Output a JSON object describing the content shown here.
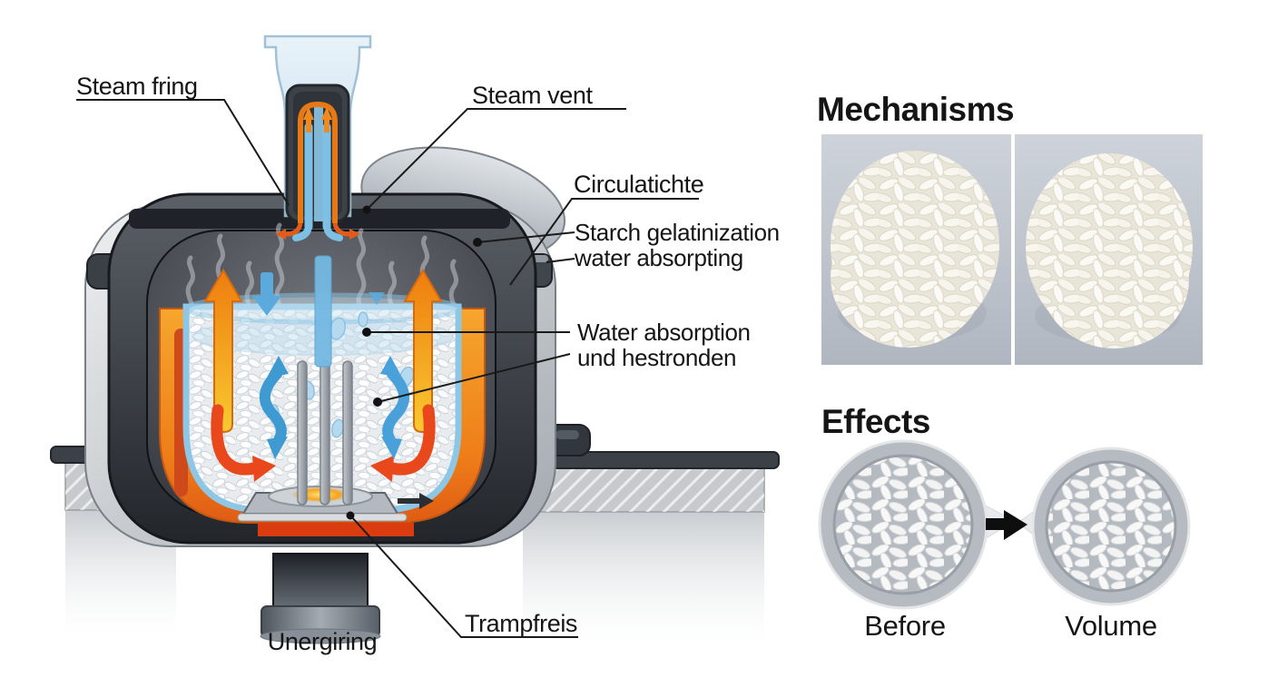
{
  "cooker": {
    "labels": {
      "steam_fring": "Steam fring",
      "steam_vent": "Steam vent",
      "circulatichte": "Circulatichte",
      "starch_line1": "Starch gelatinization",
      "starch_line2": "water absorpting",
      "water_line1": "Water absorption",
      "water_line2": "und hestronden",
      "trampfreis": "Trampfreis",
      "unergiring": "Unergiring"
    }
  },
  "mechanisms": {
    "title": "Mechanisms"
  },
  "effects": {
    "title": "Effects",
    "before": "Before",
    "after": "Volume"
  },
  "icons": {
    "heat_flow": "orange-up-arrow",
    "steam_flow": "blue-down-arrow",
    "water_circulation": "blue-double-curved-arrow",
    "heat_curl": "red-curl-arrow",
    "transform": "black-right-arrow"
  },
  "colors": {
    "heat_orange": "#ef8a1a",
    "heat_red": "#de3c10",
    "steam_blue": "#58a8dc",
    "glass_blue": "#cfe3f0",
    "body_dark": "#2b2f35",
    "silver": "#c3c8ce",
    "counter_gray": "#c6cacd"
  }
}
